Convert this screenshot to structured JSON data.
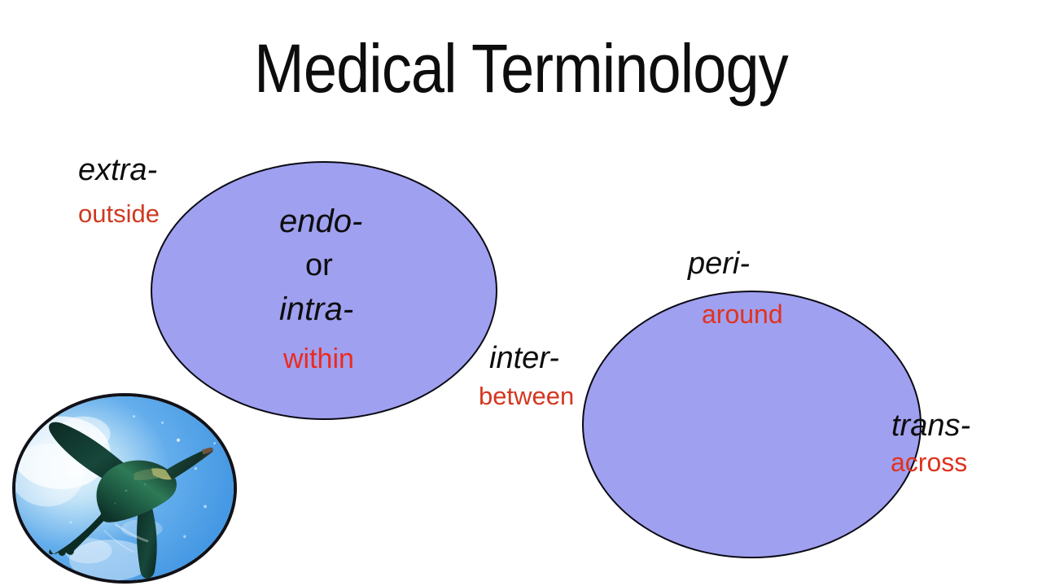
{
  "slide": {
    "title": "Medical Terminology",
    "background_color": "#ffffff",
    "ellipse_fill": "#a0a0f0",
    "ellipse_stroke": "#0a0a14",
    "term_color": "#0d0d0d",
    "gloss_color": "#e0321f"
  },
  "terms": [
    {
      "prefix": "extra-",
      "meaning": "outside",
      "position": "outside-left-ellipse"
    },
    {
      "prefix": "endo-",
      "meaning": "within",
      "position": "inside-left-ellipse"
    },
    {
      "prefix": "intra-",
      "meaning": "within",
      "position": "inside-left-ellipse"
    },
    {
      "prefix": "inter-",
      "meaning": "between",
      "position": "between-ellipses"
    },
    {
      "prefix": "peri-",
      "meaning": "around",
      "position": "top-right-ellipse"
    },
    {
      "prefix": "trans-",
      "meaning": "across",
      "position": "right-edge-right-ellipse"
    }
  ],
  "labels": {
    "extra": "extra-",
    "outside": "outside",
    "endo": "endo-",
    "or": "or",
    "intra": "intra-",
    "within": "within",
    "inter": "inter-",
    "between": "between",
    "peri": "peri-",
    "around": "around",
    "trans": "trans-",
    "across": "across"
  },
  "image": {
    "name": "penguin-underwater-photo",
    "description": "Penguin swimming underwater seen from below against blue water"
  }
}
